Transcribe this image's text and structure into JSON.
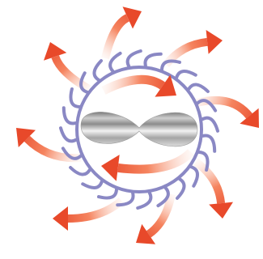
{
  "diagram": {
    "type": "illustration",
    "description_labels": [],
    "colors": {
      "ring": "#8a88c4",
      "arrow_dark": "#e8492a",
      "arrow_light": "#fbd2c2",
      "lens_dark": "#6e6e6e",
      "lens_light": "#f4f4f4",
      "background": "#ffffff"
    },
    "elements": {
      "outer_arrows": 8,
      "inner_arrows": 2,
      "ring_hooks": 24,
      "lens_lobes": 2
    }
  }
}
